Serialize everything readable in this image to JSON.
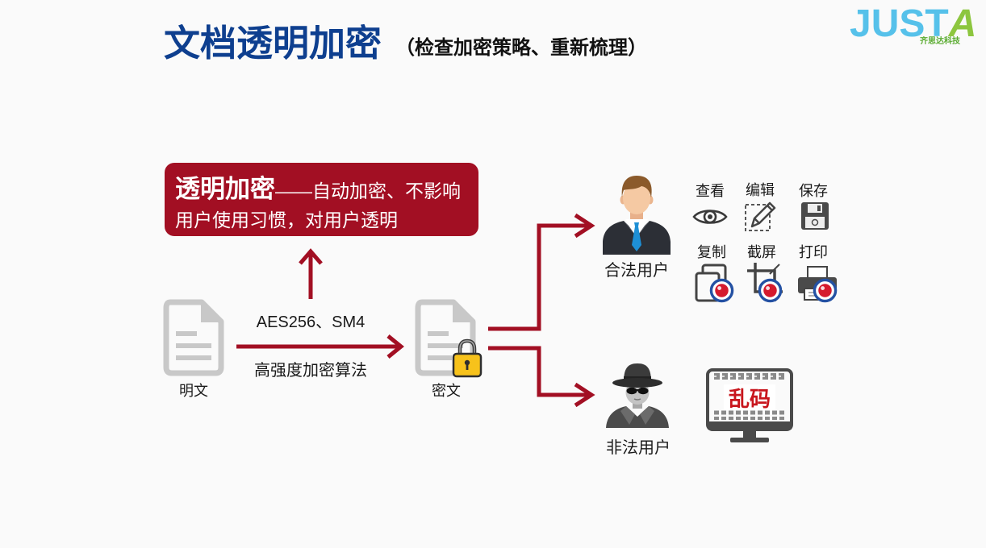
{
  "slide": {
    "title": "文档透明加密",
    "subtitle": "（检查加密策略、重新梳理）"
  },
  "logo": {
    "wordmark": "JUST",
    "wordmark_accent": "A",
    "tagline": "齐思达科技",
    "colors": {
      "wordmark": "#56c1ea",
      "accent": "#8dc63f",
      "tagline": "#5aab30"
    }
  },
  "callout": {
    "heading": "透明加密",
    "heading_tail": "——自动加密、不影响",
    "line2": "用户使用习惯，对用户透明"
  },
  "flow": {
    "plaintext": {
      "label": "明文",
      "icon": "document-icon"
    },
    "algorithm": {
      "top_label": "AES256、SM4",
      "bottom_label": "高强度加密算法"
    },
    "ciphertext": {
      "label": "密文",
      "icon": "locked-document-icon"
    }
  },
  "legal_user": {
    "label": "合法用户",
    "icon": "businessman-icon",
    "actions": [
      {
        "label": "查看",
        "icon": "eye-icon"
      },
      {
        "label": "编辑",
        "icon": "pencil-edit-icon"
      },
      {
        "label": "保存",
        "icon": "floppy-disk-icon"
      },
      {
        "label": "复制",
        "icon": "copy-icon",
        "badge_icon": "red-dot-badge-icon"
      },
      {
        "label": "截屏",
        "icon": "crop-icon",
        "badge_icon": "red-dot-badge-icon"
      },
      {
        "label": "打印",
        "icon": "printer-icon",
        "badge_icon": "red-dot-badge-icon"
      }
    ]
  },
  "illegal_user": {
    "label": "非法用户",
    "icon": "spy-icon",
    "screen_icon": "monitor-icon",
    "screen_text": "乱码"
  },
  "colors": {
    "title": "#0e3f8f",
    "accent_red": "#a20f23",
    "document_gray": "#c8c8c8",
    "background": "#fafafa"
  }
}
